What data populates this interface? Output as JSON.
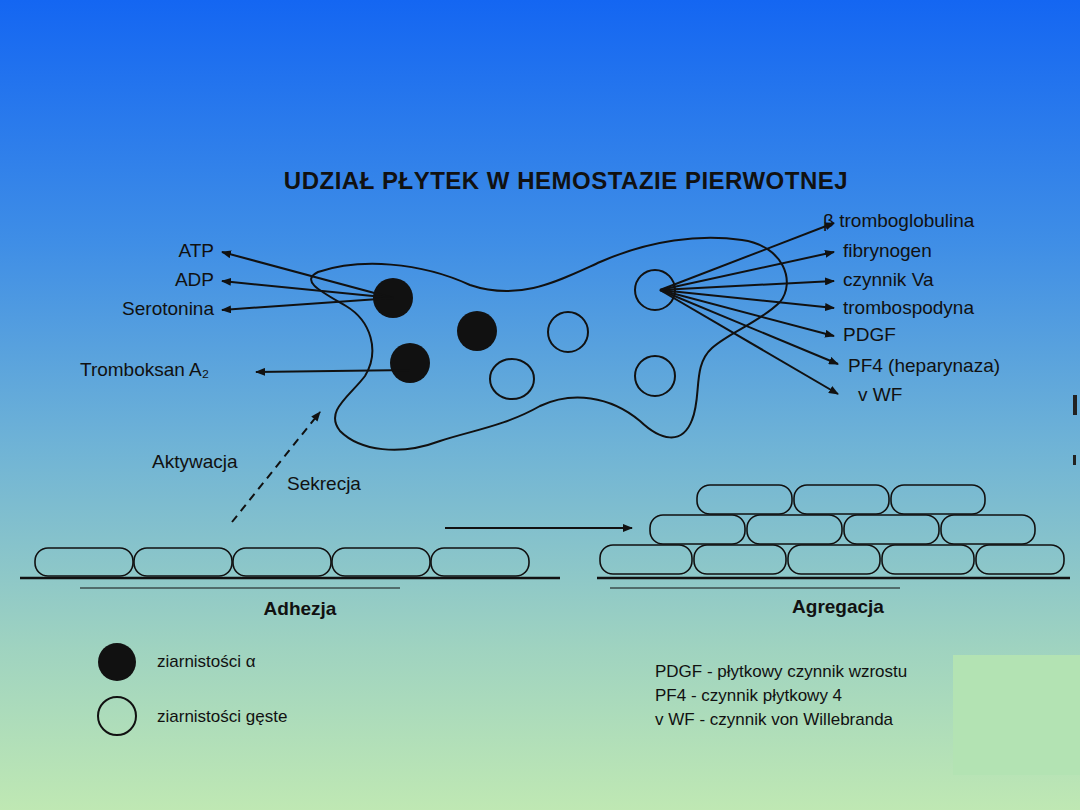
{
  "diagram": {
    "title": "UDZIAŁ PŁYTEK W HEMOSTAZIE PIERWOTNEJ",
    "labels": [
      "ATP",
      "ADP",
      "Serotonina",
      "Tromboksan A₂",
      "β tromboglobulina",
      "fibrynogen",
      "czynnik Va",
      "trombospodyna",
      "PDGF",
      "PF4 (heparynaza)",
      "v WF",
      "Aktywacja",
      "Sekrecja",
      "Adhezja",
      "Agregacja",
      "PDGF - płytkowy czynnik wzrostu",
      "PF4 - czynnik płytkowy 4",
      "v WF - czynnik von Willebranda"
    ],
    "legend": [
      {
        "text": "ziarnistości α"
      },
      {
        "text": "ziarnistości gęste"
      }
    ]
  }
}
